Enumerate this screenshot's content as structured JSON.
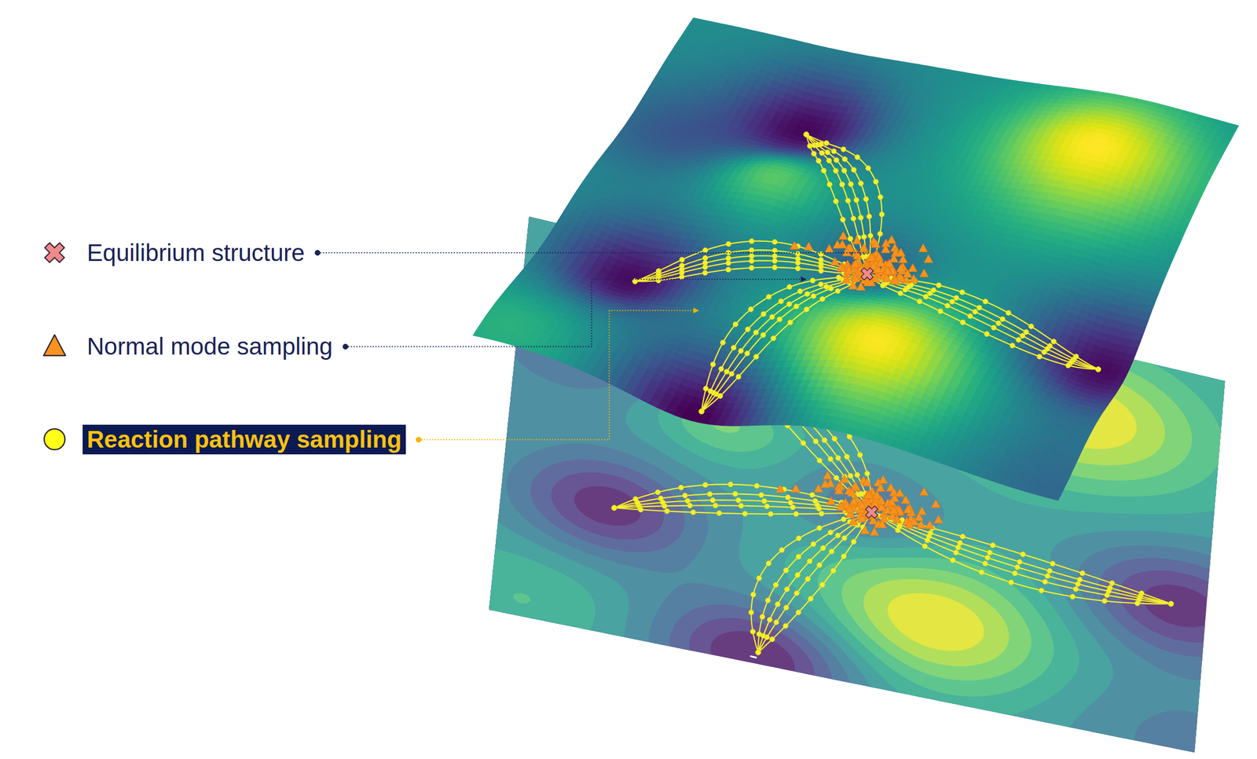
{
  "diagram": {
    "legend": [
      {
        "text": "Equilibrium structure"
      },
      {
        "text": "Normal mode sampling"
      },
      {
        "text": "Reaction pathway sampling"
      }
    ]
  }
}
